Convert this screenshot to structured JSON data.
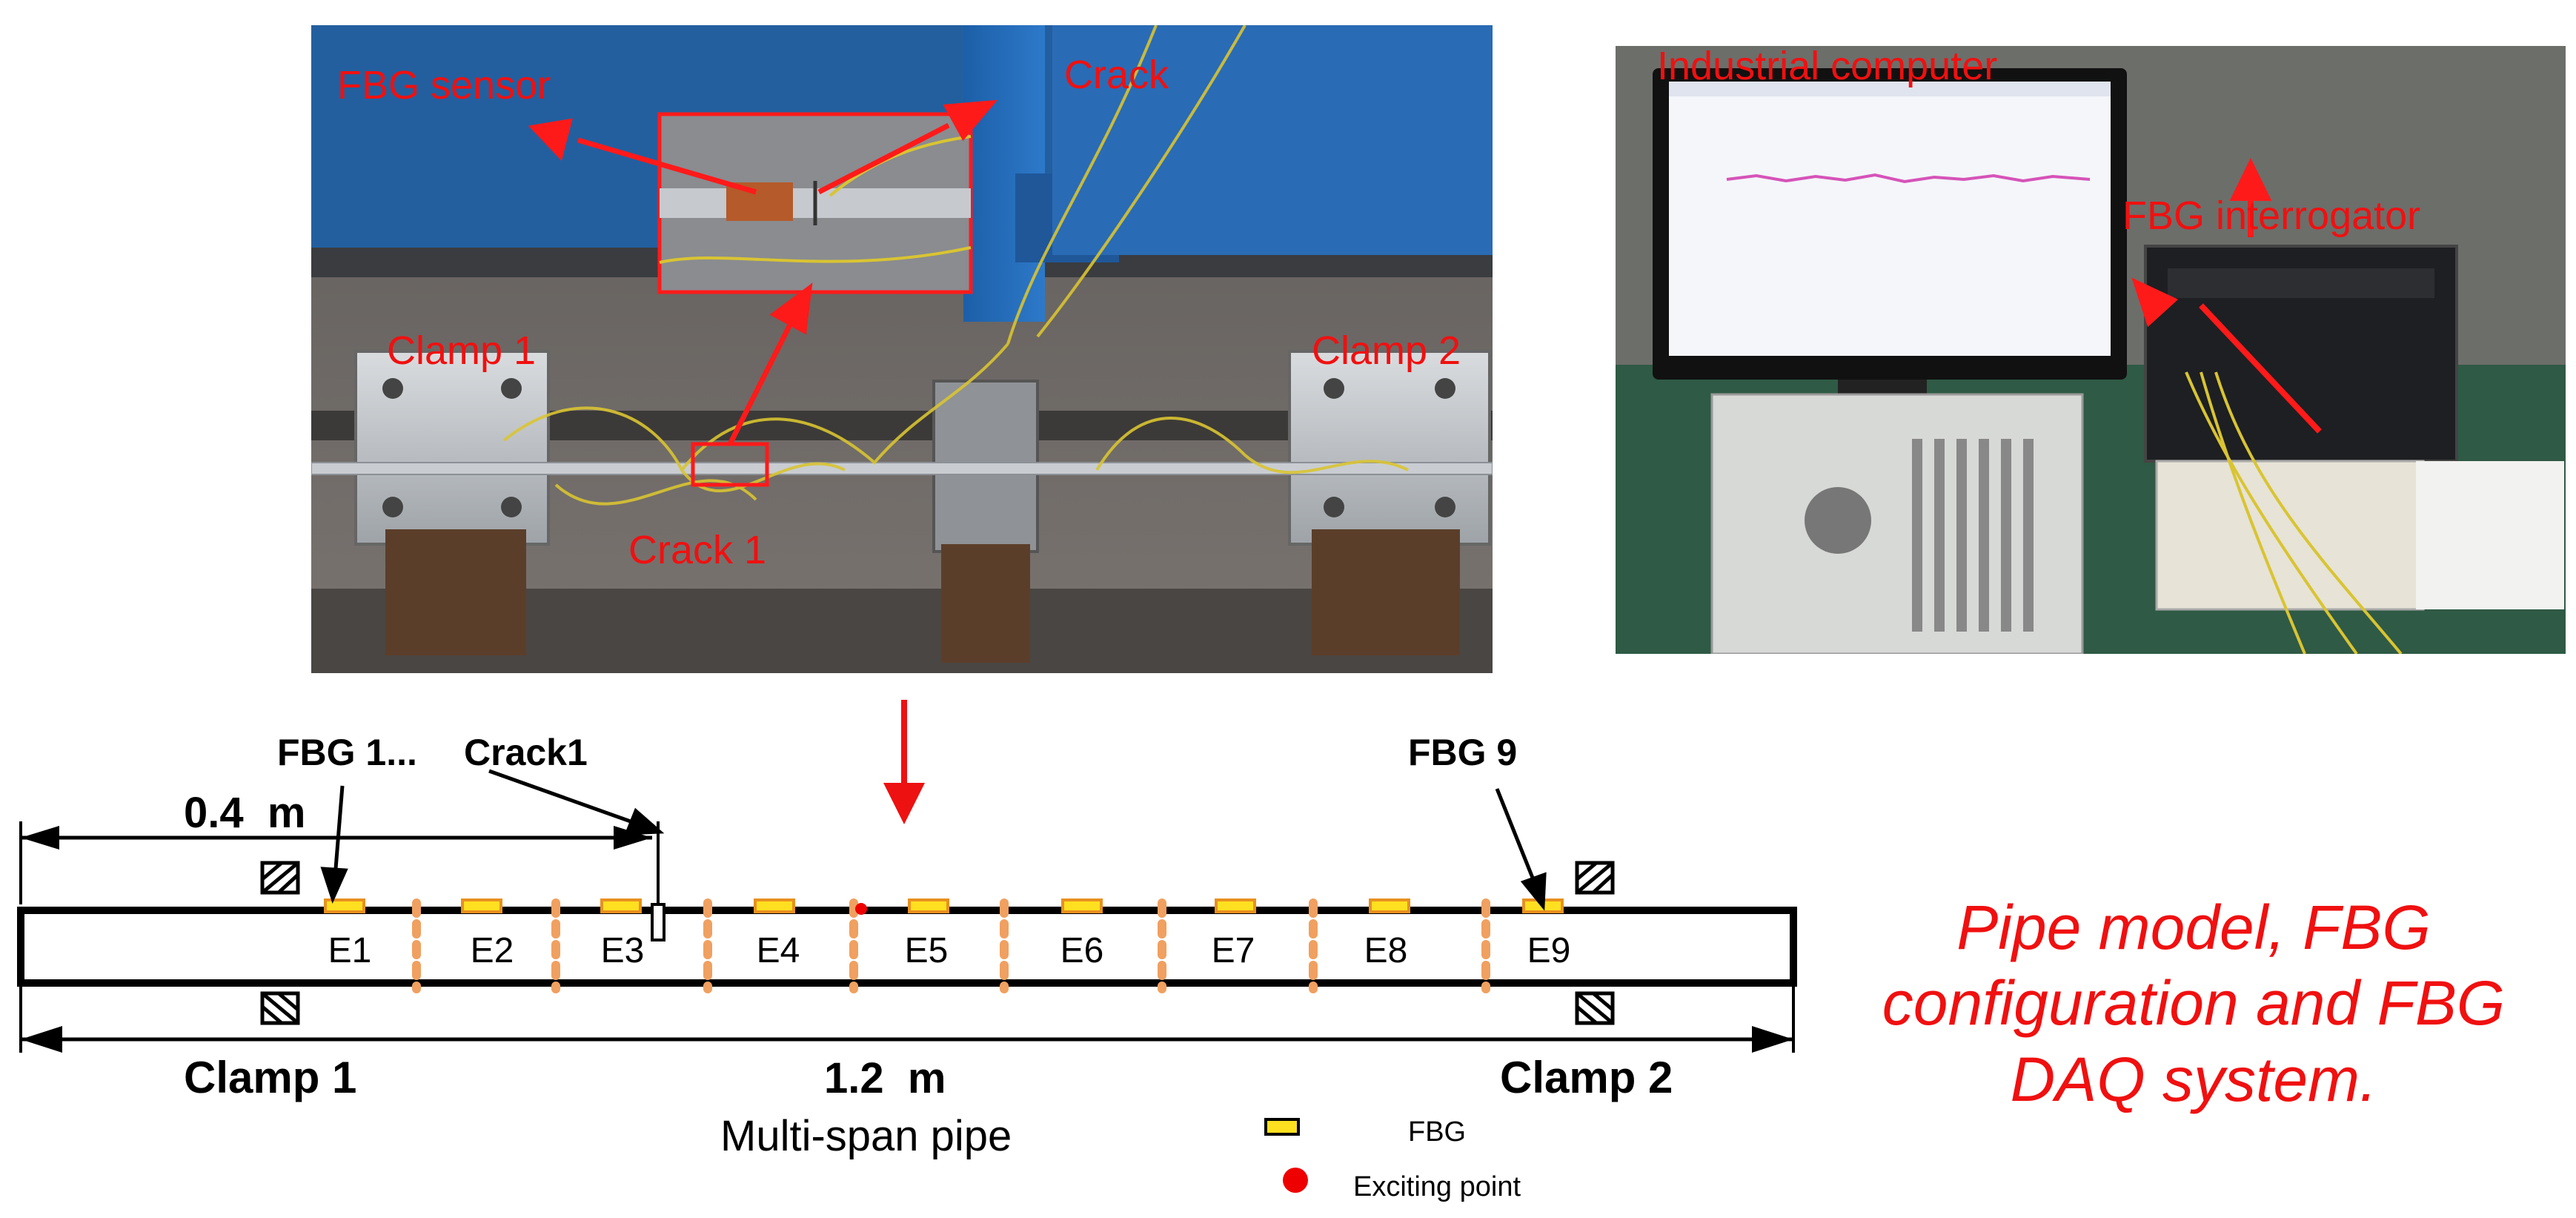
{
  "photo_left": {
    "labels": {
      "fbg_sensor": "FBG sensor",
      "crack": "Crack",
      "clamp1": "Clamp 1",
      "clamp2": "Clamp 2",
      "crack1": "Crack 1"
    }
  },
  "photo_right": {
    "labels": {
      "industrial_computer": "Industrial computer",
      "fbg_interrogator": "FBG interrogator"
    }
  },
  "diagram": {
    "callouts": {
      "fbg1": "FBG 1...",
      "crack1": "Crack1",
      "fbg9": "FBG 9"
    },
    "dimensions": {
      "short": "0.4  m",
      "full": "1.2  m"
    },
    "clamps": [
      "Clamp 1",
      "Clamp 2"
    ],
    "pipe_label": "Multi-span pipe",
    "elements": [
      "E1",
      "E2",
      "E3",
      "E4",
      "E5",
      "E6",
      "E7",
      "E8",
      "E9"
    ],
    "legend": {
      "fbg": "FBG",
      "exciting_point": "Exciting point"
    },
    "colors": {
      "fbg_fill": "#ffe020",
      "fbg_stroke": "#e89020",
      "node": "#f0a060",
      "excite": "#ee0000",
      "annotation": "#f01010"
    }
  },
  "caption": {
    "line1": "Pipe model, FBG",
    "line2": "configuration and FBG",
    "line3": "DAQ system."
  }
}
